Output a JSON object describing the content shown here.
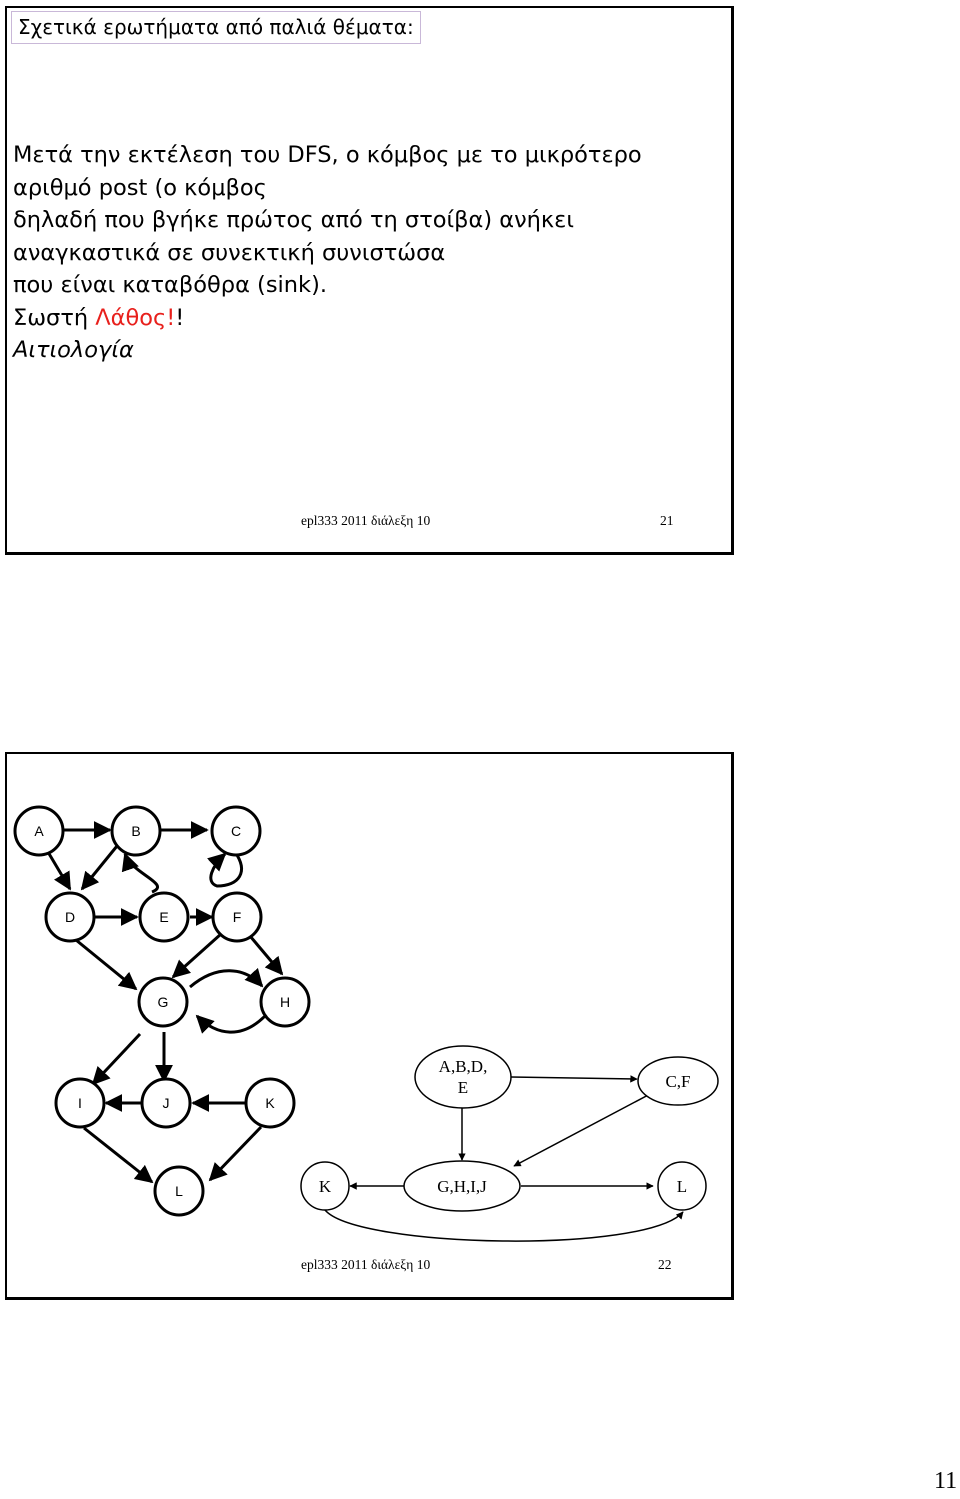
{
  "slide1": {
    "heading": "Σχετικά ερωτήματα από παλιά θέματα:",
    "lines": [
      "Μετά την εκτέλεση του DFS, ο κόμβος με το μικρότερο",
      "αριθμό post (ο κόμβος",
      "δηλαδή που βγήκε πρώτος από τη στοίβα) ανήκει",
      "αναγκαστικά σε συνεκτική συνιστώσα",
      "που είναι καταβόθρα (sink)."
    ],
    "answer_prefix": "Σωστή ",
    "answer_wrong": "Λάθος!",
    "answer_suffix": "!",
    "justification": "Αιτιολογία",
    "footer_left": "epl333 2011 διάλεξη 10",
    "footer_num": "21"
  },
  "slide2": {
    "graph_nodes": [
      "A",
      "B",
      "C",
      "D",
      "E",
      "F",
      "G",
      "H",
      "I",
      "J",
      "K",
      "L"
    ],
    "scc_nodes": [
      "A,B,D,",
      "E",
      "C,F",
      "K",
      "G,H,I,J",
      "L"
    ],
    "footer_left": "epl333 2011 διάλεξη 10",
    "footer_num": "22"
  },
  "page_number": "11"
}
